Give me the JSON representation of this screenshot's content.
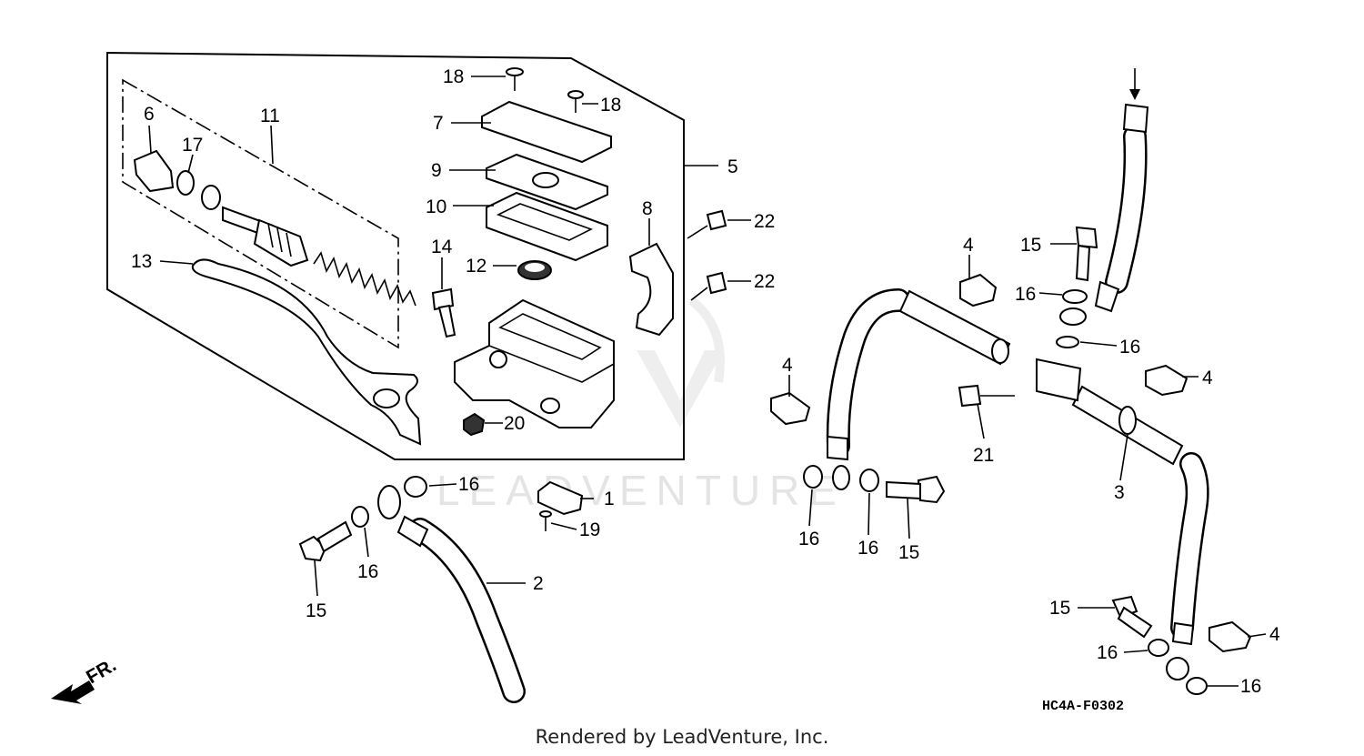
{
  "diagram": {
    "part_labels": [
      "1",
      "2",
      "3",
      "4",
      "5",
      "6",
      "7",
      "8",
      "9",
      "10",
      "11",
      "12",
      "13",
      "14",
      "15",
      "16",
      "17",
      "18",
      "19",
      "20",
      "21",
      "22"
    ],
    "front_indicator": "FR.",
    "drawing_code": "HC4A-F0302",
    "watermark": "LEADVENTURE"
  },
  "footer": {
    "text": "Rendered by LeadVenture, Inc."
  }
}
